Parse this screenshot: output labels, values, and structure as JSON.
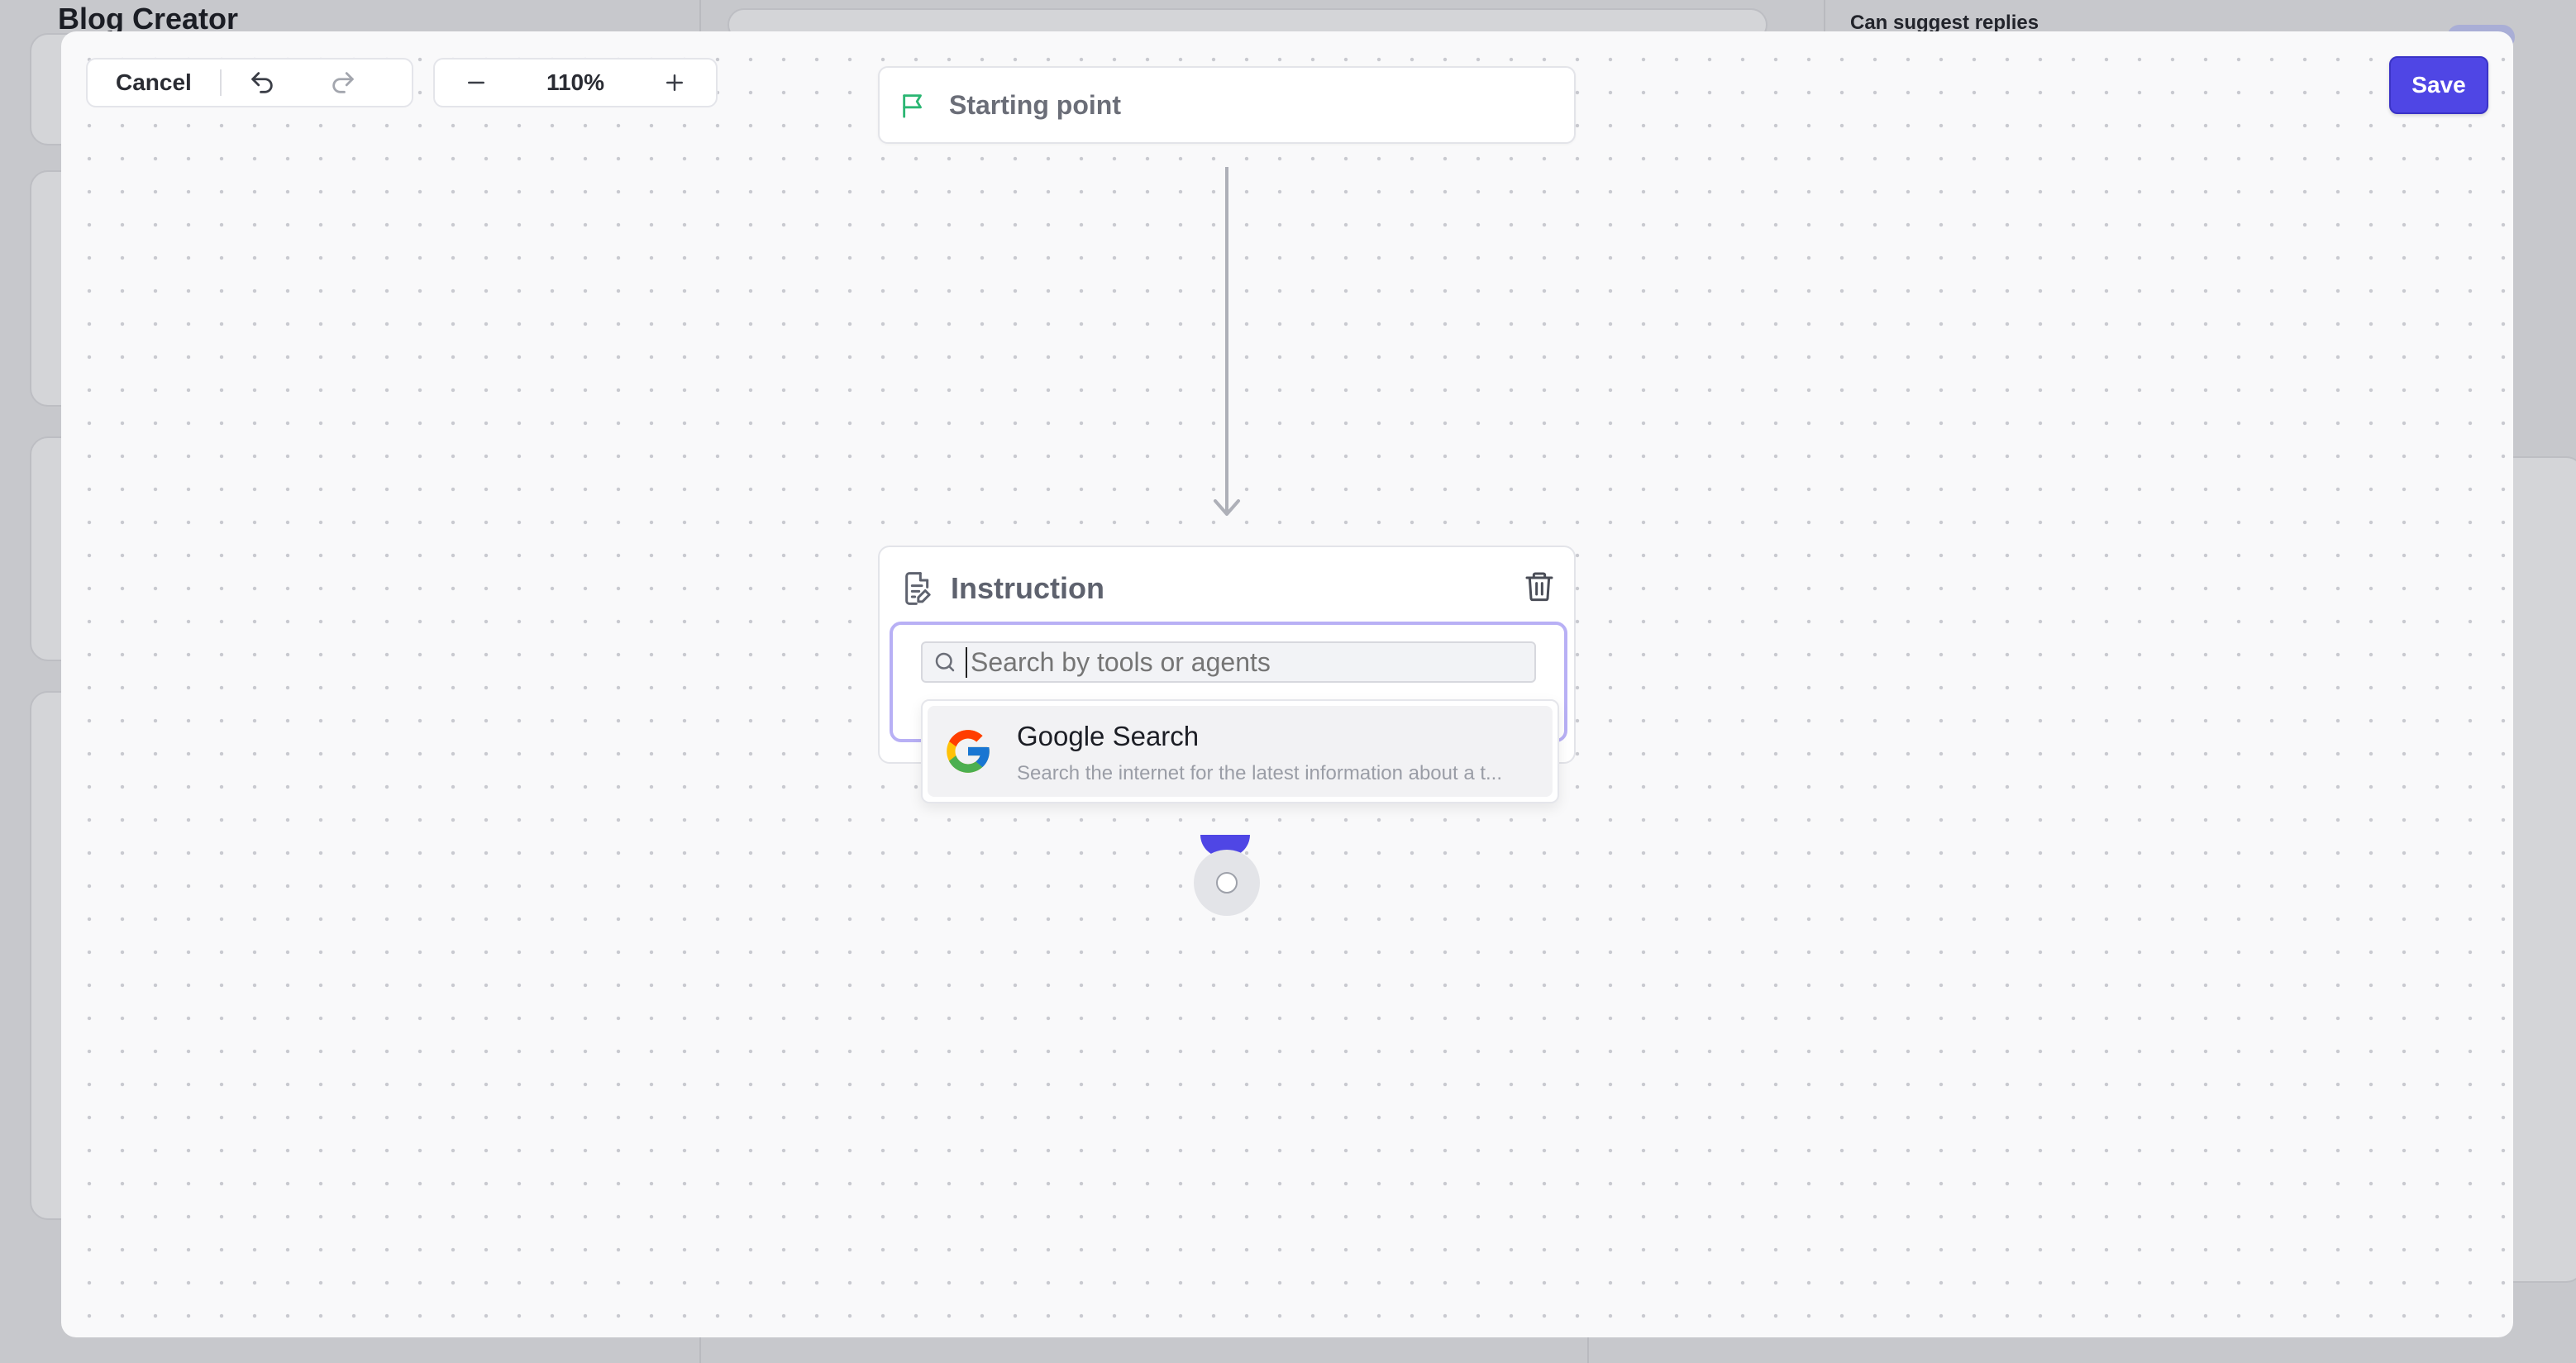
{
  "background": {
    "app_title": "Blog Creator",
    "right_panel_label": "Can suggest replies"
  },
  "toolbar": {
    "cancel_label": "Cancel",
    "zoom_level": "110%",
    "save_label": "Save"
  },
  "flow": {
    "start_node_label": "Starting point",
    "instruction_node_title": "Instruction"
  },
  "search": {
    "placeholder": "Search by tools or agents",
    "results": [
      {
        "title": "Google Search",
        "description": "Search the internet for the latest information about a t...",
        "icon": "google-logo-icon"
      }
    ]
  },
  "colors": {
    "accent": "#4f46e5",
    "editor_focus_border": "#b8b0f5",
    "start_flag": "#2bb673"
  }
}
